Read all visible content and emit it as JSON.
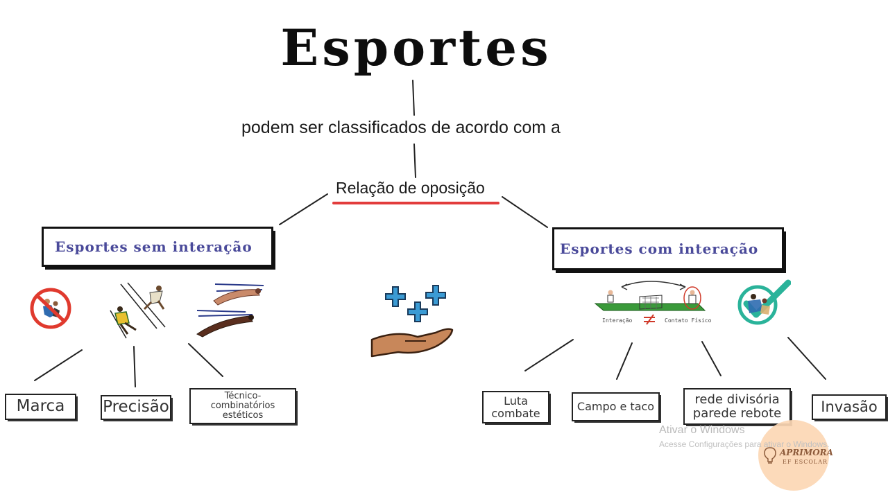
{
  "diagram": {
    "title": "Esportes",
    "subtitle": "podem ser classificados de acordo com a",
    "relation": "Relação de oposição",
    "categories": {
      "without": "Esportes sem interação",
      "with": "Esportes com interação"
    },
    "leaves": {
      "marca": "Marca",
      "precisao": "Precisão",
      "tecnico": "Técnico-combinatórios estéticos",
      "luta_line1": "Luta",
      "luta_line2": "combate",
      "campo": "Campo e taco",
      "rede_line1": "rede divisória",
      "rede_line2": "parede rebote",
      "invasao": "Invasão"
    },
    "illustration_labels": {
      "interacao": "Interação",
      "contato_fisico": "Contato Físico"
    },
    "icons": [
      "no-contact-sign-icon",
      "runners-lanes-icon",
      "swimmers-icon",
      "hand-with-plus-signs-icon",
      "tennis-court-icon",
      "check-wrestlers-icon"
    ],
    "colors": {
      "accent_red": "#e23c3c",
      "category_text": "#4a4a9a",
      "plus_blue": "#3b9bd4",
      "check_teal": "#2ab39a",
      "court_green": "#3a9a3a"
    }
  },
  "watermark": {
    "title": "Ativar o Windows",
    "subtitle": "Acesse Configurações para ativar o Windows."
  },
  "logo": {
    "name": "APRIMORA",
    "tagline": "EF ESCOLAR"
  }
}
